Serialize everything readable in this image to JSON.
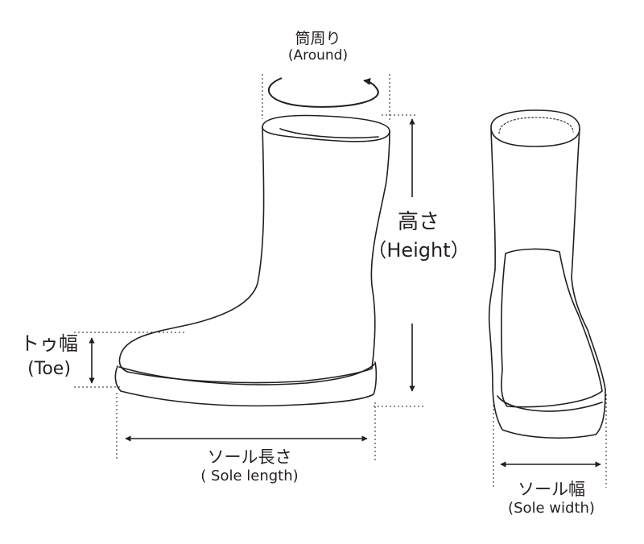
{
  "labels": {
    "around": {
      "jp": "筒周り",
      "en": "(Around)"
    },
    "height": {
      "jp": "高さ",
      "en": "（Height）"
    },
    "toe": {
      "jp": "トゥ幅",
      "en": "(Toe)"
    },
    "sole_length": {
      "jp": "ソール長さ",
      "en": "( Sole length)"
    },
    "sole_width": {
      "jp": "ソール幅",
      "en": "(Sole width)"
    }
  },
  "colors": {
    "line": "#231f20",
    "background": "#ffffff"
  },
  "figures": [
    "boot-side-view",
    "boot-front-view"
  ]
}
